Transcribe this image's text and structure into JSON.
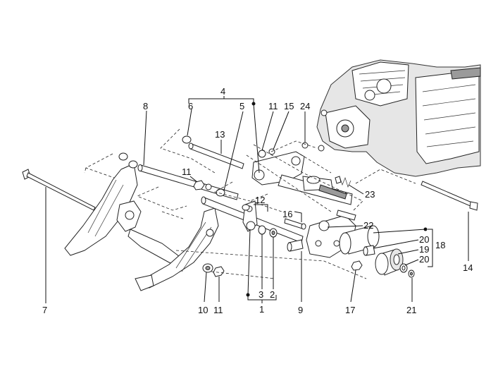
{
  "labels": {
    "l1": "1",
    "l2": "2",
    "l3": "3",
    "l4": "4",
    "l5": "5",
    "l6": "6",
    "l7": "7",
    "l8": "8",
    "l9": "9",
    "l10": "10",
    "l11a": "11",
    "l11b": "11",
    "l11c": "11",
    "l12": "12",
    "l13": "13",
    "l14": "14",
    "l15": "15",
    "l16": "16",
    "l17": "17",
    "l18": "18",
    "l19": "19",
    "l20a": "20",
    "l20b": "20",
    "l21": "21",
    "l22": "22",
    "l23": "23",
    "l24": "24"
  }
}
